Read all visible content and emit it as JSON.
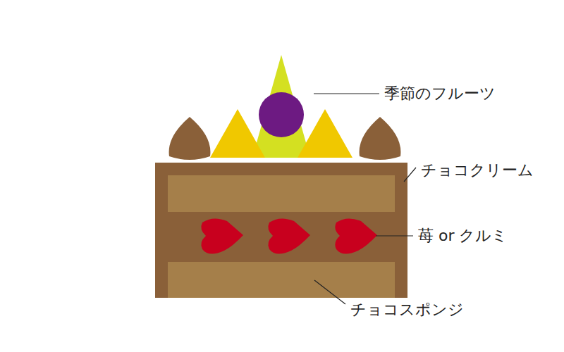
{
  "diagram": {
    "labels": [
      "季節のフルーツ",
      "チョコクリーム",
      "苺 or クルミ",
      "チョコスポンジ"
    ]
  }
}
